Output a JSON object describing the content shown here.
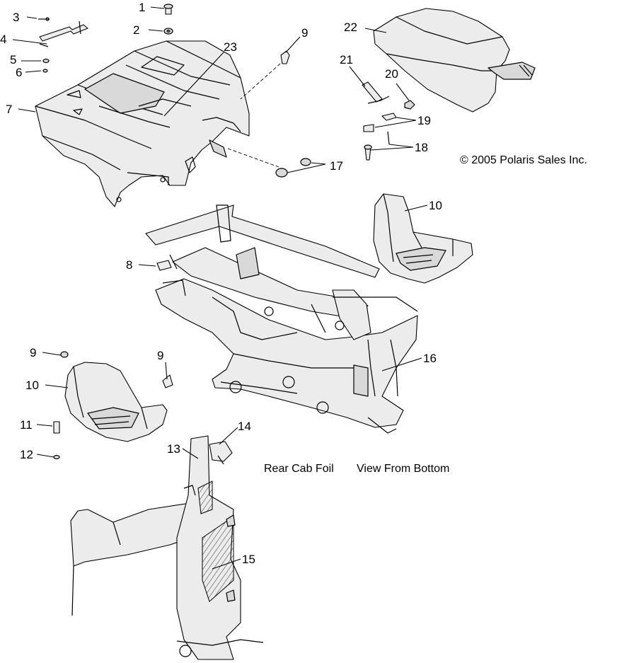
{
  "copyright": "© 2005 Polaris Sales Inc.",
  "caption_rear_cab_foil": "Rear Cab Foil",
  "caption_view_from_bottom": "View From Bottom",
  "callouts": {
    "c1": "1",
    "c2": "2",
    "c3": "3",
    "c4": "4",
    "c5": "5",
    "c6": "6",
    "c7": "7",
    "c8": "8",
    "c9a": "9",
    "c9b": "9",
    "c9c": "9",
    "c10a": "10",
    "c10b": "10",
    "c11": "11",
    "c12": "12",
    "c13": "13",
    "c14": "14",
    "c15": "15",
    "c16": "16",
    "c17": "17",
    "c18": "18",
    "c19": "19",
    "c20": "20",
    "c21": "21",
    "c22": "22",
    "c23": "23"
  }
}
